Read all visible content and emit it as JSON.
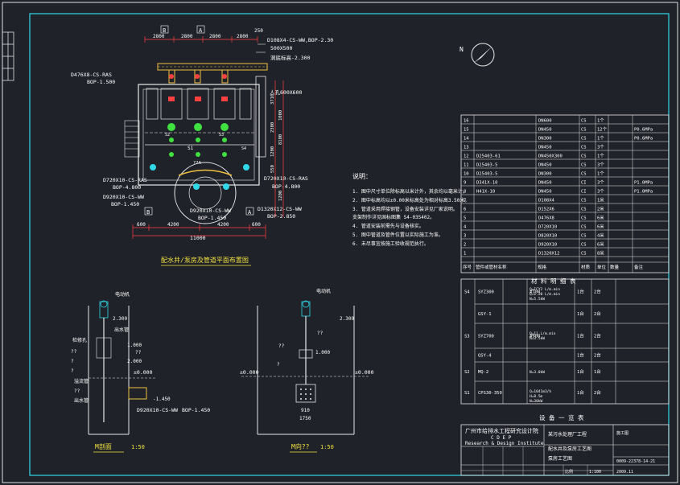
{
  "plan": {
    "dims_top": [
      "2800",
      "2800",
      "2800",
      "2800",
      "250"
    ],
    "section_b_top": "B",
    "section_a_top": "A",
    "section_b_bottom": "B",
    "section_a_bottom": "A",
    "label_d108": "D108X4-CS-WW,BOP-2.30",
    "label_d476": "D476X8-CS-RAS",
    "label_bop1": "BOP-1.500",
    "label_hole": "500X500",
    "label_hole_sub": "洞底标高-2.300",
    "label_grille": "人孔600X600",
    "label_d720l": "D720X10-CS-RAS",
    "label_bop_l": "BOP-4.800",
    "label_d920": "D920X10-CS-WW",
    "label_bop_d920": "BOP-1.450",
    "label_d720r": "D720X10-CS-RAS",
    "label_bop_r": "BOP-4.800",
    "label_d920b": "D920X10-CS-WW",
    "label_bop_d920b": "BOP-1.450",
    "label_d1320": "D1320X12-CS-WW",
    "label_bop_d1320": "BOP-2.850",
    "dim_left": "600",
    "dim_mid1": "4200",
    "dim_mid2": "4200",
    "dim_right": "600",
    "dim_total": "11000",
    "dims_right": [
      "3710",
      "2300",
      "8100",
      "1200",
      "550",
      "1000",
      "1200"
    ],
    "pump_tags": [
      "S1",
      "S2",
      "S3",
      "S4"
    ],
    "title": "配水井/泵房及管道平面布置图",
    "valve_label": "??A"
  },
  "notes": {
    "heading": "说明：",
    "lines": [
      "1. 图中尺寸单位除标高以米计外，其余均以毫米计。",
      "2. 图中标高均以±0.00米标高处为相对标高3.50米。",
      "3. 管道采用焊接钢管，设备安装详见厂家说明。",
      "   支架制作详见国标图集 S4-03S402。",
      "4. 管道安装前需先与设备核实。",
      "5. 图中管道及管件位置以实际施工为准。",
      "6. 未尽事宜按施工验收规范执行。"
    ]
  },
  "section1": {
    "title": "M剖面",
    "scale": "1:50",
    "labels": [
      "电动机",
      "出水管",
      "检修孔",
      "??",
      "?",
      "?",
      "溢流管",
      "??",
      "出水管",
      "??"
    ],
    "elev_zero": "±0.000",
    "elev_neg": "-1.450",
    "pipe": "D920X10-CS-WW",
    "pipe_bop": "BOP-1.450",
    "dim_top": "2.300",
    "dim_a": "1.000",
    "dim_b": "2.000"
  },
  "section2": {
    "title": "M向??",
    "scale": "1:50",
    "elev_zero": "±0.000",
    "elev_right": "±0.000",
    "labels": [
      "电动机",
      "??",
      "??",
      "?"
    ],
    "dim_top": "2.300",
    "dim_a": "1.000",
    "dim_b": "910",
    "dim_c": "1750"
  },
  "materials": {
    "header": [
      "序号",
      "管件或管材名称",
      "规格",
      "材质",
      "单位",
      "数量",
      "备注"
    ],
    "title": "材 料 明 细 表",
    "rows": [
      [
        "16",
        "",
        "DN600",
        "CS",
        "1个",
        ""
      ],
      [
        "15",
        "",
        "DN450",
        "CS",
        "12个",
        "P0.6MPa"
      ],
      [
        "14",
        "",
        "DN300",
        "CS",
        "1个",
        "P0.6MPa"
      ],
      [
        "13",
        "",
        "DN450",
        "CS",
        "3个",
        ""
      ],
      [
        "12",
        "D25403-61",
        "DN450X300",
        "CS",
        "1个",
        ""
      ],
      [
        "11",
        "D25403-5",
        "DN450",
        "CS",
        "3个",
        ""
      ],
      [
        "10",
        "D25403-5",
        "DN300",
        "CS",
        "1个",
        ""
      ],
      [
        "9",
        "D341X-10",
        "DN450",
        "CI",
        "3个",
        "P1.0MPa"
      ],
      [
        "8",
        "H41X-10",
        "DN450",
        "CI",
        "3个",
        "P1.0MPa"
      ],
      [
        "7",
        "",
        "D108X4",
        "CS",
        "1米",
        ""
      ],
      [
        "6",
        "",
        "D152X6",
        "CS",
        "2米",
        ""
      ],
      [
        "5",
        "",
        "D476X8",
        "CS",
        "6米",
        ""
      ],
      [
        "4",
        "",
        "D720X10",
        "CS",
        "6米",
        ""
      ],
      [
        "3",
        "",
        "D820X10",
        "CS",
        "4米",
        ""
      ],
      [
        "2",
        "",
        "D920X10",
        "CS",
        "6米",
        ""
      ],
      [
        "1",
        "",
        "D1320X12",
        "CS",
        "8米",
        ""
      ]
    ]
  },
  "equipment": {
    "title": "设 备 一 览 表",
    "rows": [
      [
        "S4",
        "SYZ300",
        "",
        "#700",
        "1台",
        "2台",
        ""
      ],
      [
        "",
        "GSY-1",
        "",
        "",
        "1台",
        "2台",
        ""
      ],
      [
        "S3",
        "SYZ700",
        "",
        "#900",
        "1台",
        "2台",
        ""
      ],
      [
        "",
        "QSY-4",
        "",
        "",
        "1台",
        "2台",
        ""
      ],
      [
        "S2",
        "MQ-2",
        "",
        "",
        "1台",
        "1台",
        ""
      ],
      [
        "S1",
        "CPS30-350",
        "",
        "",
        "1台",
        "2台",
        ""
      ]
    ],
    "spec_s4": [
      "Q=ICY2 L/m.min",
      "Q=1.20 L/m.min",
      "N=5.5kW"
    ],
    "spec_s3": [
      "Q=11.L/m.min",
      "N=3.5kW"
    ],
    "spec_s2": [
      "N=3.0kW"
    ],
    "spec_s1": [
      "Q=1041m3/h",
      "H=8.5m",
      "N=30kW"
    ]
  },
  "titleblock": {
    "company": "广州市给排水工程研究设计院",
    "cdep": "C D E P",
    "company_en": "Research & Design Institute",
    "project": "某污水处理厂工程",
    "drawing": "配水井及泵房工艺图",
    "drawing2": "泵房工艺图",
    "scale_label": "比例",
    "scale": "1:100",
    "date": "2009.11",
    "sheet_no": "0009-22378-14-21",
    "stage": "施工图"
  }
}
